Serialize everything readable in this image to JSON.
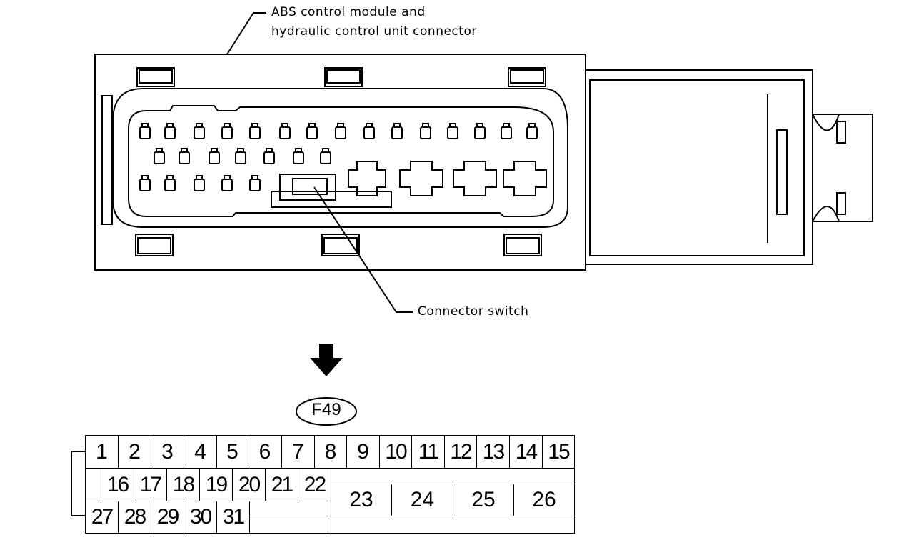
{
  "callouts": {
    "top_label_line1": "ABS control module and",
    "top_label_line2": "hydraulic control unit connector",
    "switch_label": "Connector switch"
  },
  "connector_id": "F49",
  "pinout": {
    "row1": [
      "1",
      "2",
      "3",
      "4",
      "5",
      "6",
      "7",
      "8",
      "9",
      "10",
      "11",
      "12",
      "13",
      "14",
      "15"
    ],
    "row2": [
      "16",
      "17",
      "18",
      "19",
      "20",
      "21",
      "22"
    ],
    "row2_large": [
      "23",
      "24",
      "25",
      "26"
    ],
    "row3": [
      "27",
      "28",
      "29",
      "30",
      "31"
    ]
  },
  "icons": {
    "arrow": "down-arrow-icon"
  }
}
